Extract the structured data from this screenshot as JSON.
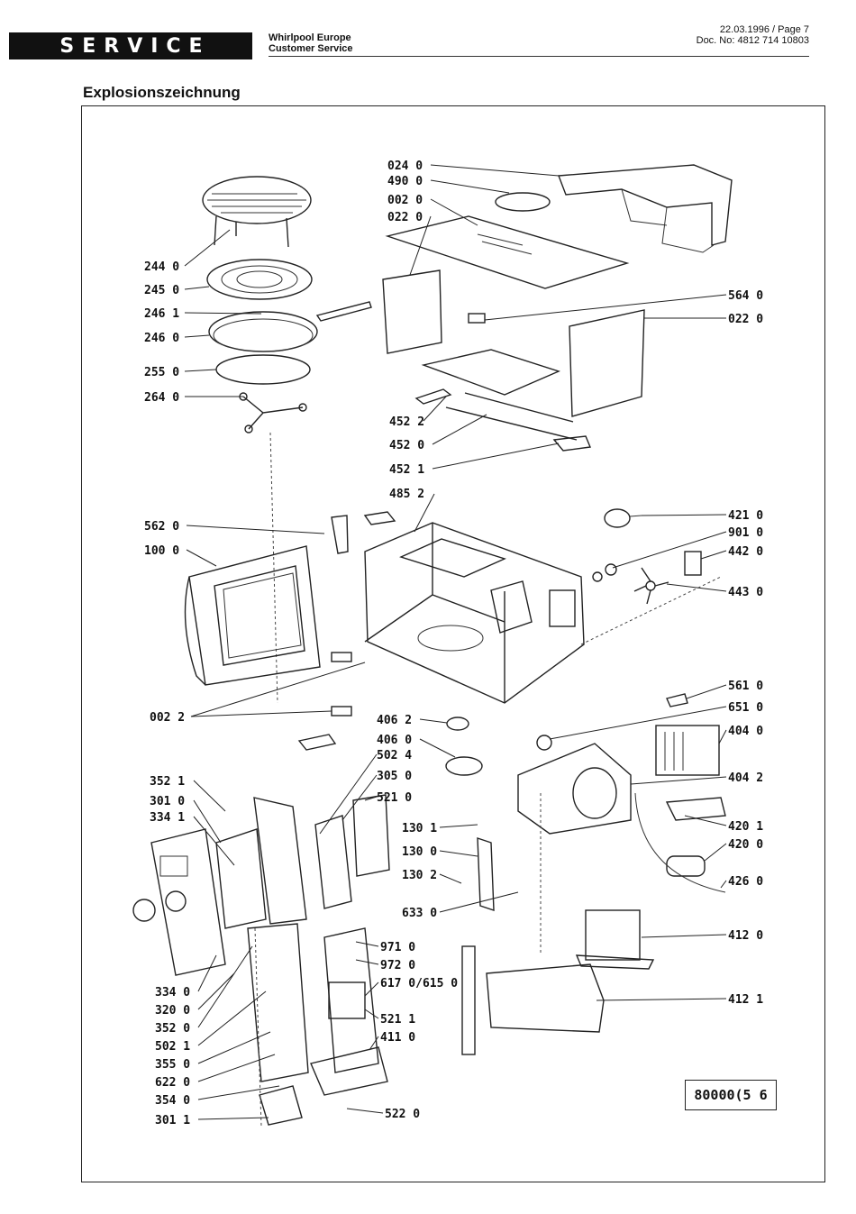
{
  "header": {
    "service_label": "SERVICE",
    "company_line1": "Whirlpool Europe",
    "company_line2": "Customer Service",
    "date_page": "22.03.1996 / Page 7",
    "doc_no": "Doc. No: 4812 714 10803"
  },
  "section_title": "Explosionszeichnung",
  "reference_number": "80000(5 6",
  "labels": {
    "l0240": "024 0",
    "l4900": "490 0",
    "l0020": "002 0",
    "l0220a": "022 0",
    "l2440": "244 0",
    "l2450": "245 0",
    "l2461": "246 1",
    "l2460": "246 0",
    "l2550": "255 0",
    "l2640": "264 0",
    "l5640": "564 0",
    "l0220b": "022 0",
    "l4522": "452 2",
    "l4520": "452 0",
    "l4521": "452 1",
    "l4852": "485 2",
    "l5620": "562 0",
    "l1000": "100 0",
    "l4210": "421 0",
    "l9010": "901 0",
    "l4420": "442 0",
    "l4430": "443 0",
    "l5610": "561 0",
    "l6510": "651 0",
    "l4040": "404 0",
    "l4042": "404 2",
    "l0022": "002 2",
    "l4062": "406 2",
    "l4060": "406 0",
    "l5024": "502 4",
    "l3050": "305 0",
    "l5210": "521 0",
    "l3521": "352 1",
    "l3010": "301 0",
    "l3341": "334 1",
    "l1301": "130 1",
    "l1300": "130 0",
    "l1302": "130 2",
    "l6330": "633 0",
    "l4201": "420 1",
    "l4200": "420 0",
    "l4260": "426 0",
    "l4120": "412 0",
    "l4121": "412 1",
    "l9710": "971 0",
    "l9720": "972 0",
    "l6170": "617 0/615 0",
    "l5211": "521 1",
    "l4110": "411 0",
    "l3340": "334 0",
    "l3200": "320 0",
    "l3520": "352 0",
    "l5021": "502 1",
    "l3550": "355 0",
    "l6220": "622 0",
    "l3540": "354 0",
    "l3011": "301 1",
    "l5220": "522 0"
  }
}
